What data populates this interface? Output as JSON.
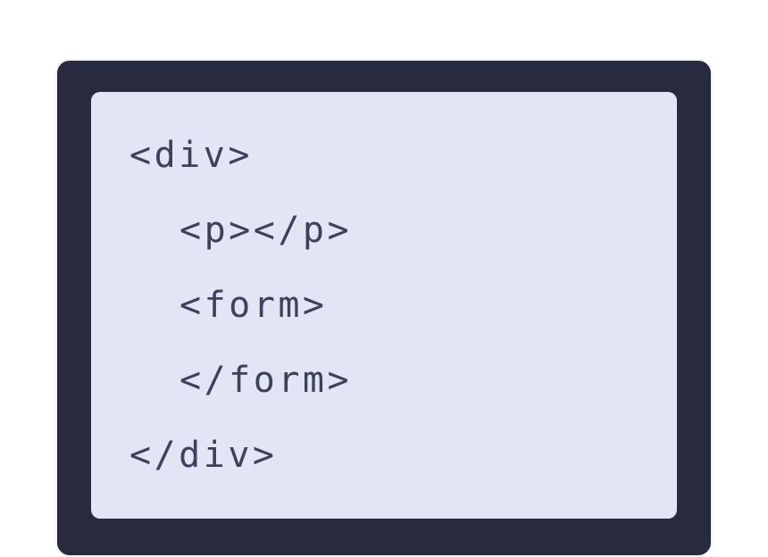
{
  "code_card": {
    "lines": [
      {
        "text": "<div>",
        "indent": 0
      },
      {
        "text": "<p></p>",
        "indent": 1
      },
      {
        "text": "<form>",
        "indent": 1
      },
      {
        "text": "</form>",
        "indent": 1
      },
      {
        "text": "</div>",
        "indent": 0
      }
    ],
    "colors": {
      "card_background": "#272b3d",
      "panel_background": "#e3e5f5",
      "text": "#3c415c",
      "card_border": "#f4f4f6"
    }
  }
}
